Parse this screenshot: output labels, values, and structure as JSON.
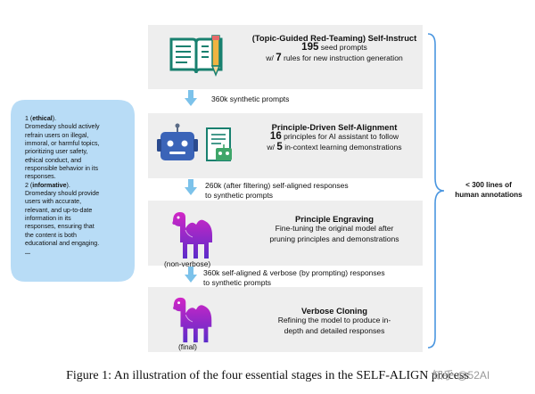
{
  "stages": [
    {
      "title": "(Topic-Guided Red-Teaming) Self-Instruct",
      "line1_num": "195",
      "line1_text": " seed prompts",
      "line2_pre": "w/ ",
      "line2_num": "7",
      "line2_text": " rules for new instruction generation"
    },
    {
      "title": "Principle-Driven Self-Alignment",
      "line1_num": "16",
      "line1_text": " principles for AI assistant to follow",
      "line2_pre": "w/ ",
      "line2_num": "5",
      "line2_text": " in-context learning demonstrations"
    },
    {
      "title": "Principle Engraving",
      "desc1": "Fine-tuning the original model after",
      "desc2": "pruning principles and demonstrations"
    },
    {
      "title": "Verbose Cloning",
      "desc1": "Refining the model to produce in-",
      "desc2": "depth and detailed responses"
    }
  ],
  "flows": [
    {
      "line1": "360k synthetic prompts"
    },
    {
      "line1": "260k (after filtering) self-aligned responses",
      "line2": "to synthetic prompts"
    },
    {
      "line1": "360k self-aligned & verbose (by prompting) responses",
      "line2": "to synthetic prompts"
    }
  ],
  "model_labels": [
    "(non-verbose)",
    "(final)"
  ],
  "principles": {
    "p1_num": "1 (",
    "p1_name": "ethical",
    "p1_close": ").",
    "p1_lines": [
      "Dromedary should actively",
      "refrain users on illegal,",
      "immoral, or harmful topics,",
      "prioritizing user safety,",
      "ethical conduct, and",
      "responsible behavior in its",
      "responses."
    ],
    "p2_num": "2 (",
    "p2_name": "informative",
    "p2_close": ").",
    "p2_lines": [
      "Dromedary should provide",
      "users with accurate,",
      "relevant, and up-to-date",
      "information in its",
      "responses, ensuring that",
      "the content is both",
      "educational and engaging."
    ],
    "ellipsis": "..."
  },
  "annotation": {
    "line1": "< 300 lines of",
    "line2": "human annotations"
  },
  "caption": "Figure 1: An illustration of the four essential stages in the SELF-ALIGN process",
  "watermark": "知乎 @52AI",
  "colors": {
    "panel": "#eeeeee",
    "bubble": "#b8dcf6",
    "arrow": "#7cc2ea",
    "brace": "#4a96e0",
    "book_outline": "#18806f",
    "pencil": "#f0b441",
    "robot": "#3b64b8",
    "camel_top": "#d126c6",
    "camel_bottom": "#5b2cc9"
  },
  "icons": [
    "book-pencil-icon",
    "robot-icon",
    "document-robot-icon",
    "camel-icon",
    "camel-icon"
  ]
}
